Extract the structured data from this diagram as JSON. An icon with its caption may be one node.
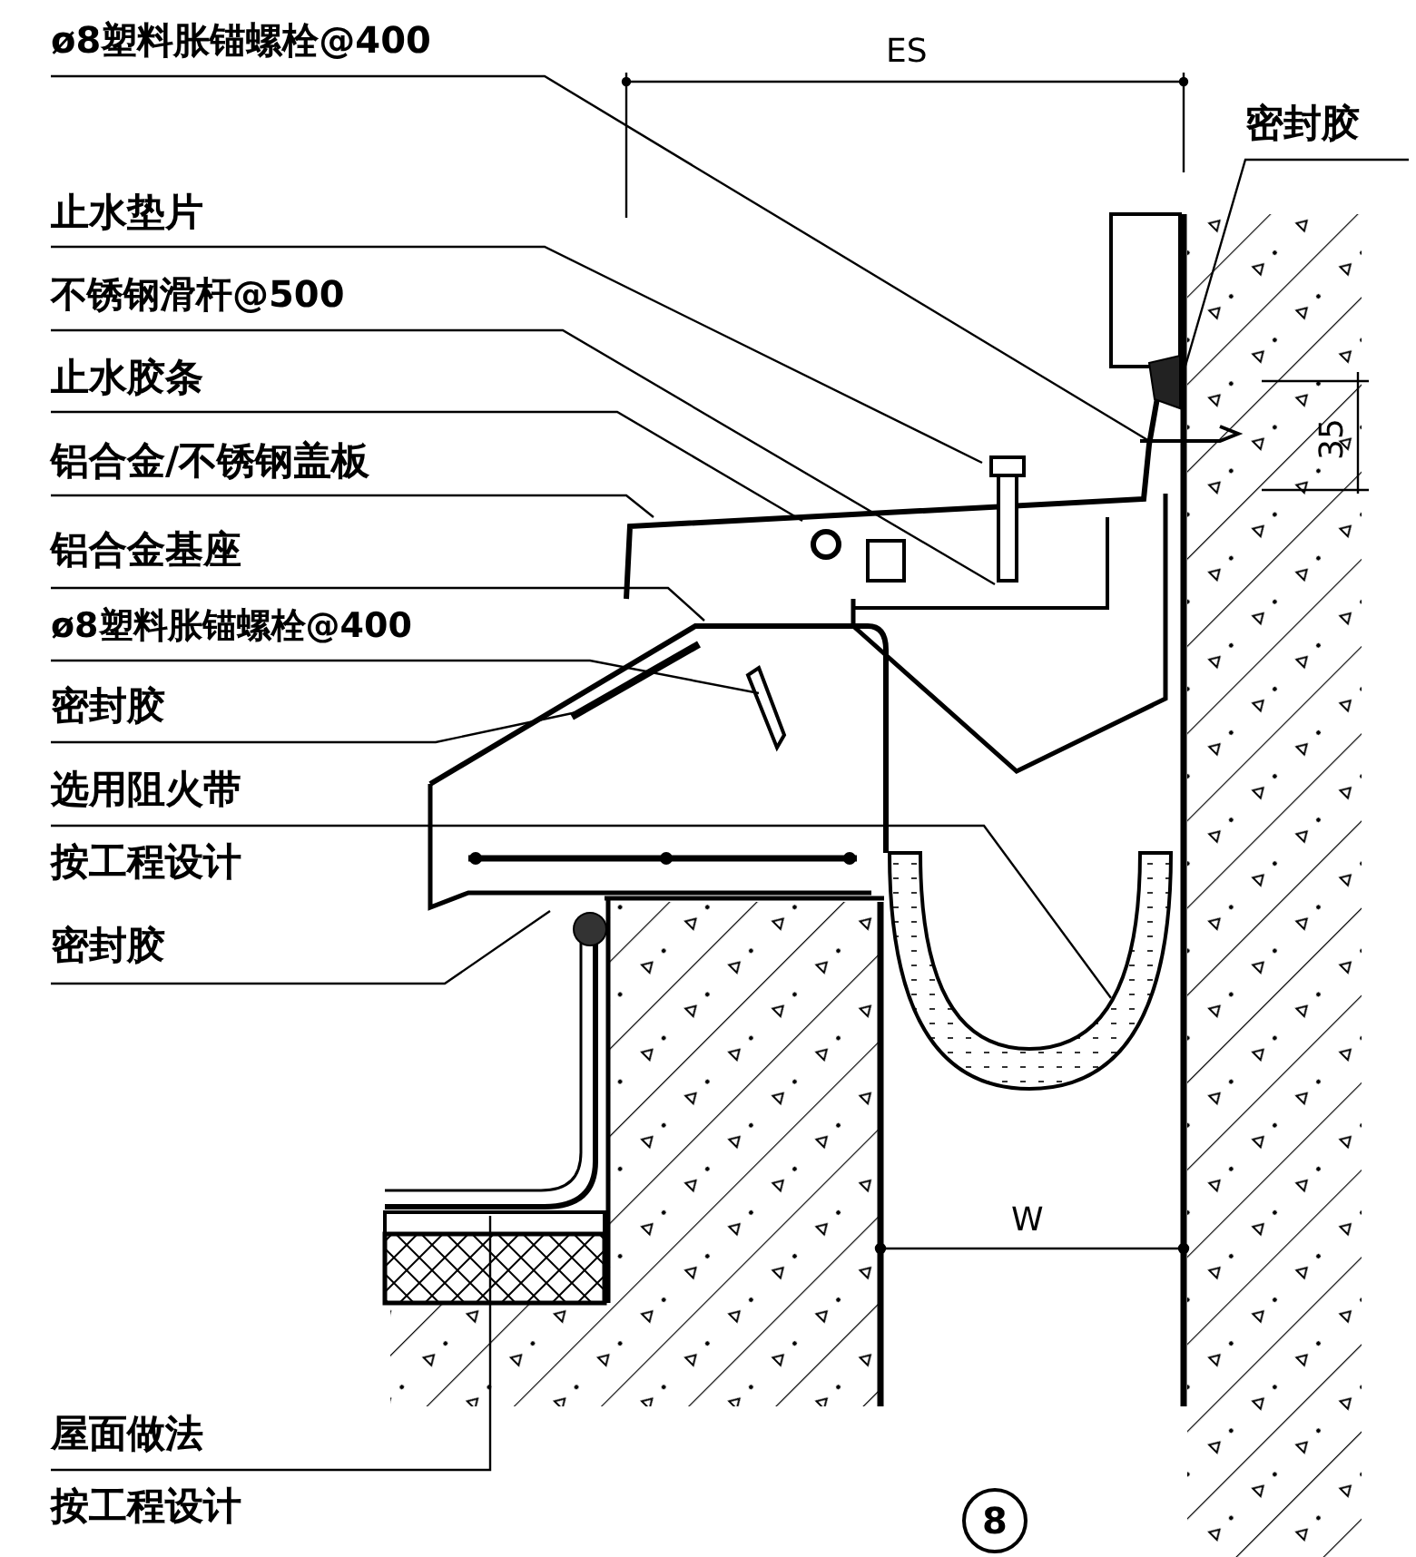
{
  "diagram": {
    "nodes": [
      {
        "text": [
          "ø8塑料胀锚螺栓@400"
        ]
      },
      {
        "text": [
          "密封胶"
        ]
      },
      {
        "text": [
          "止水垫片"
        ]
      },
      {
        "text": [
          "不锈钢滑杆@500"
        ]
      },
      {
        "text": [
          "止水胶条"
        ]
      },
      {
        "text": [
          "铝合金/不锈钢盖板"
        ]
      },
      {
        "text": [
          "铝合金基座"
        ]
      },
      {
        "text": [
          "ø8塑料胀锚螺栓@400"
        ]
      },
      {
        "text": [
          "密封胶"
        ]
      },
      {
        "text": [
          "选用阻火带",
          "按工程设计"
        ]
      },
      {
        "text": [
          "密封胶"
        ]
      },
      {
        "text": [
          "屋面做法",
          "按工程设计"
        ]
      }
    ],
    "edges": [
      {
        "from": 0,
        "to": null,
        "arrow": "none"
      },
      {
        "from": 1,
        "to": null,
        "arrow": "none"
      },
      {
        "from": 2,
        "to": null,
        "arrow": "none"
      },
      {
        "from": 3,
        "to": null,
        "arrow": "none"
      },
      {
        "from": 4,
        "to": null,
        "arrow": "none"
      },
      {
        "from": 5,
        "to": null,
        "arrow": "none"
      },
      {
        "from": 6,
        "to": null,
        "arrow": "none"
      },
      {
        "from": 7,
        "to": null,
        "arrow": "none"
      },
      {
        "from": 8,
        "to": null,
        "arrow": "none"
      },
      {
        "from": 9,
        "to": null,
        "arrow": "none"
      },
      {
        "from": 10,
        "to": null,
        "arrow": "none"
      },
      {
        "from": 11,
        "to": null,
        "arrow": "none"
      }
    ],
    "labels": [
      "ES",
      "35",
      "W",
      "8"
    ]
  }
}
